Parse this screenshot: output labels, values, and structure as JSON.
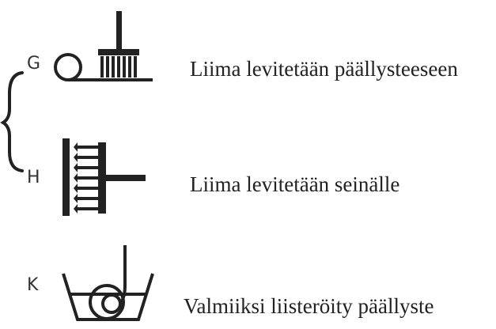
{
  "symbols": [
    {
      "letter": "G",
      "icon": "paste-the-wallcovering-icon",
      "description": "Liima levitetään päällysteeseen"
    },
    {
      "letter": "H",
      "icon": "paste-the-wall-icon",
      "description": "Liima levitetään seinälle"
    },
    {
      "letter": "K",
      "icon": "prepasted-wallcovering-icon",
      "description": "Valmiiksi liisteröity päällyste"
    }
  ],
  "colors": {
    "ink": "#222222"
  }
}
